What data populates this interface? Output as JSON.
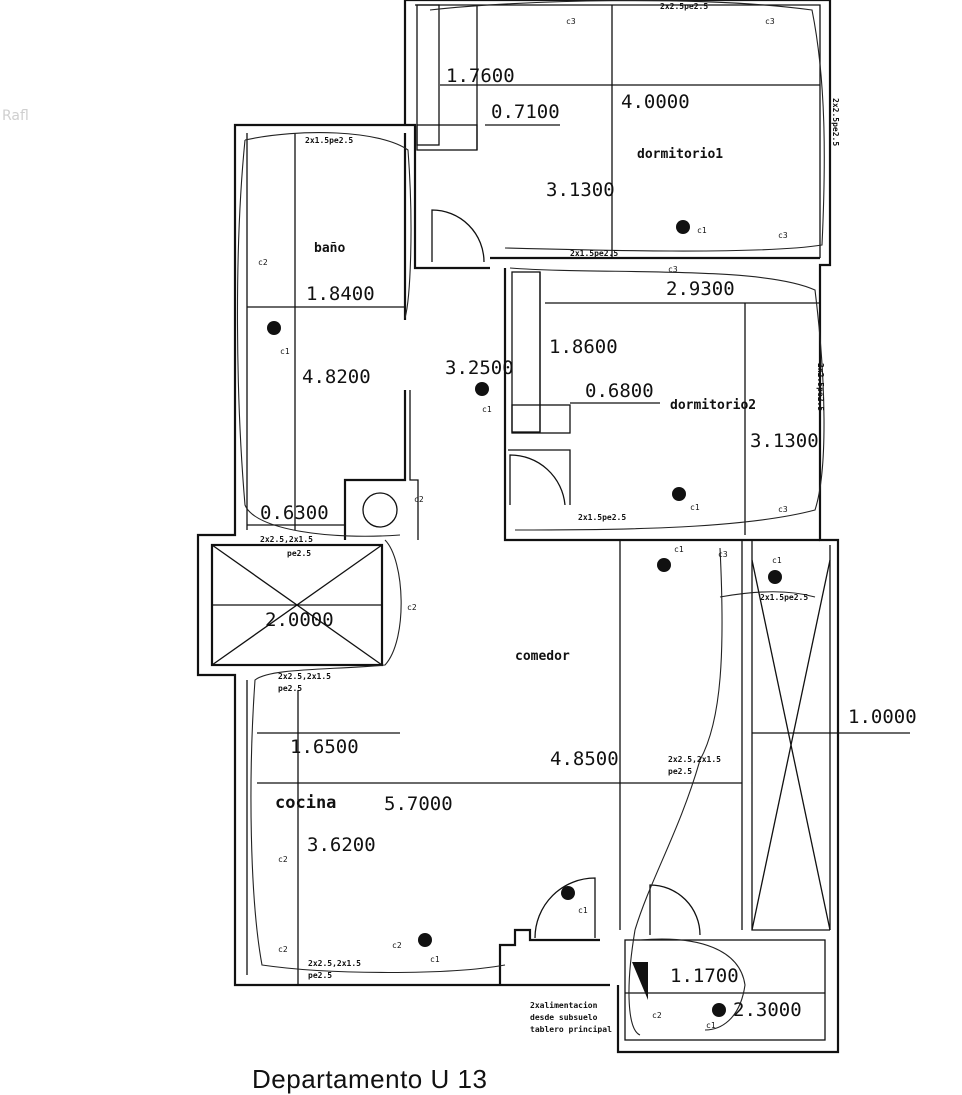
{
  "caption": "Departamento U 13",
  "rooms": {
    "dormitorio1": "dormitorio1",
    "bano": "baño",
    "dormitorio2": "dormitorio2",
    "comedor": "comedor",
    "cocina": "cocina"
  },
  "dimensions": {
    "d1760": "1.7600",
    "d0710": "0.7100",
    "d4000": "4.0000",
    "d3130a": "3.1300",
    "d1840": "1.8400",
    "d2930": "2.9300",
    "d1860": "1.8600",
    "d3250": "3.2500",
    "d4820": "4.8200",
    "d0680": "0.6800",
    "d3130b": "3.1300",
    "d0630": "0.6300",
    "d2000": "2.0000",
    "d1000": "1.0000",
    "d1650": "1.6500",
    "d4850": "4.8500",
    "d5700": "5.7000",
    "d3620": "3.6200",
    "d1170": "1.1700",
    "d2300": "2.3000"
  },
  "cables": {
    "top": "2x2.5pe2.5",
    "right1": "2x2.5pe2.5",
    "bano": "2x1.5pe2.5",
    "dorm1_bottom": "2x1.5pe2.5",
    "right2": "2x2.5pe2.5",
    "dorm2_bottom": "2x1.5pe2.5",
    "left_a1": "2x2.5,2x1.5",
    "left_a2": "pe2.5",
    "left_b1": "2x2.5,2x1.5",
    "left_b2": "pe2.5",
    "right3": "2x1.5pe2.5",
    "mid1": "2x2.5,2x1.5",
    "mid2": "pe2.5",
    "kitchen1": "2x2.5,2x1.5",
    "kitchen2": "pe2.5",
    "feed1": "2xalimentacion",
    "feed2": "desde subsuelo",
    "feed3": "tablero principal"
  },
  "circuits": {
    "c1": "c1",
    "c2": "c2",
    "c3": "c3"
  }
}
